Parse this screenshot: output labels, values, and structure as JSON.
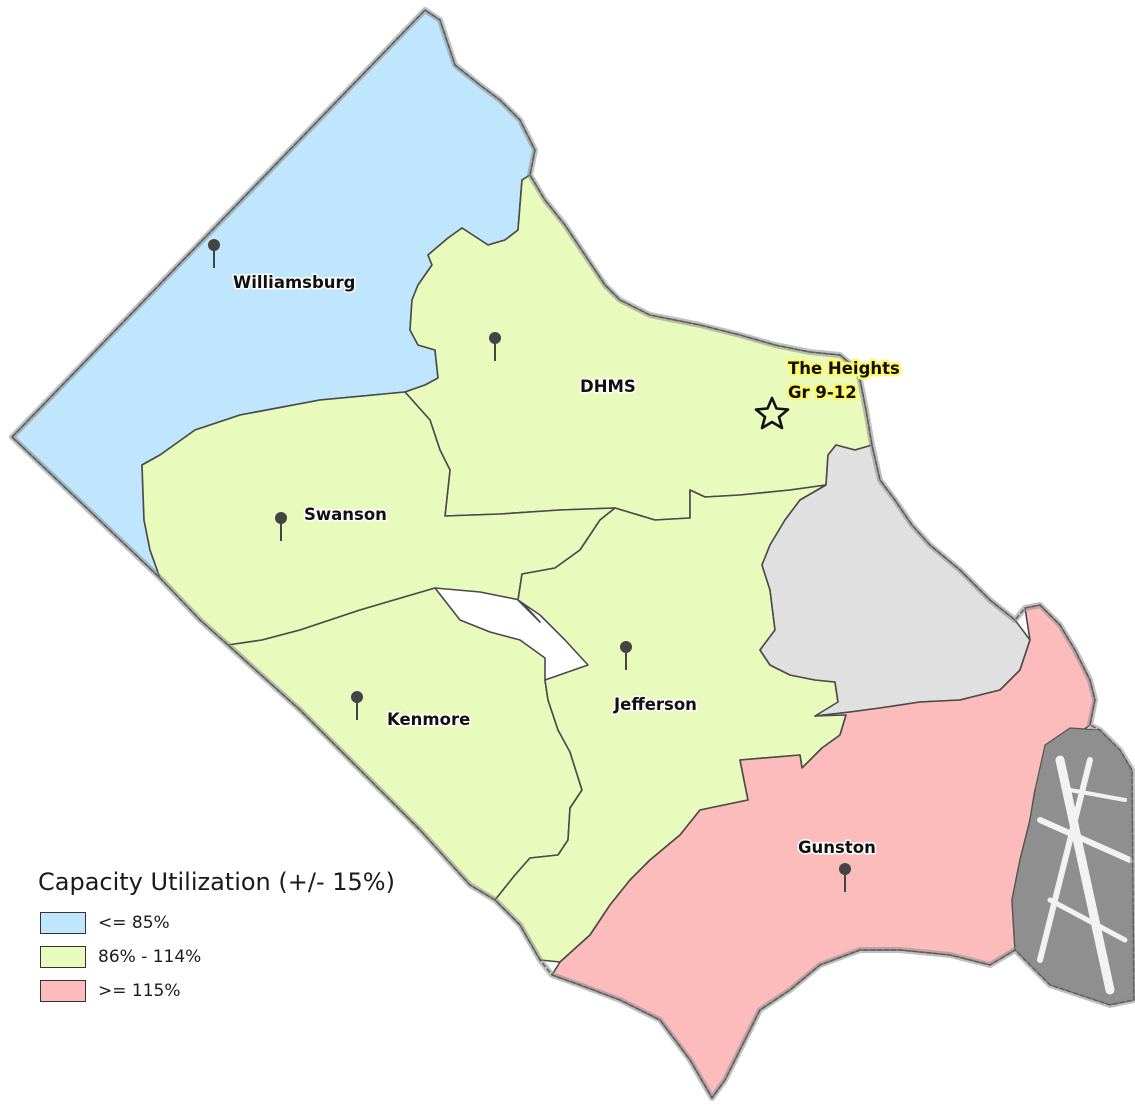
{
  "legend": {
    "title": "Capacity Utilization (+/- 15%)",
    "items": [
      {
        "label": "<= 85%",
        "color": "#bfe6fd"
      },
      {
        "label": "86% - 114%",
        "color": "#e8fbbd"
      },
      {
        "label": ">= 115%",
        "color": "#fdbcbc"
      }
    ]
  },
  "zones": {
    "williamsburg": {
      "label": "Williamsburg",
      "category": "<= 85%"
    },
    "dhms": {
      "label": "DHMS",
      "category": "86% - 114%"
    },
    "swanson": {
      "label": "Swanson",
      "category": "86% - 114%"
    },
    "kenmore": {
      "label": "Kenmore",
      "category": "86% - 114%"
    },
    "jefferson": {
      "label": "Jefferson",
      "category": "86% - 114%"
    },
    "gunston": {
      "label": "Gunston",
      "category": ">= 115%"
    }
  },
  "special_site": {
    "line1": "The Heights",
    "line2": "Gr 9-12",
    "icon": "star-icon"
  },
  "colors": {
    "low": "#bfe6fd",
    "mid": "#e8fbbd",
    "high": "#fdbcbc",
    "nonresidential": "#e0e0e0",
    "airport": "#9a9a9a"
  }
}
